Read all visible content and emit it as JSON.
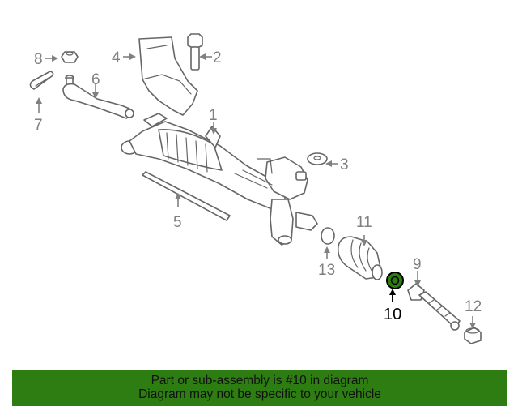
{
  "callouts": [
    {
      "id": "1",
      "text": "1"
    },
    {
      "id": "2",
      "text": "2"
    },
    {
      "id": "3",
      "text": "3"
    },
    {
      "id": "4",
      "text": "4"
    },
    {
      "id": "5",
      "text": "5"
    },
    {
      "id": "6",
      "text": "6"
    },
    {
      "id": "7",
      "text": "7"
    },
    {
      "id": "8",
      "text": "8"
    },
    {
      "id": "9",
      "text": "9"
    },
    {
      "id": "10",
      "text": "10"
    },
    {
      "id": "11",
      "text": "11"
    },
    {
      "id": "12",
      "text": "12"
    },
    {
      "id": "13",
      "text": "13"
    }
  ],
  "highlighted_part": "10",
  "colors": {
    "banner_bg": "#2e7d12",
    "highlight_fill": "#2e7d12",
    "callout_gray": "#808080",
    "line_gray": "#666666"
  },
  "banner": {
    "line1": "Part or sub-assembly is #10 in diagram",
    "line2": "Diagram may not be specific to your vehicle"
  }
}
